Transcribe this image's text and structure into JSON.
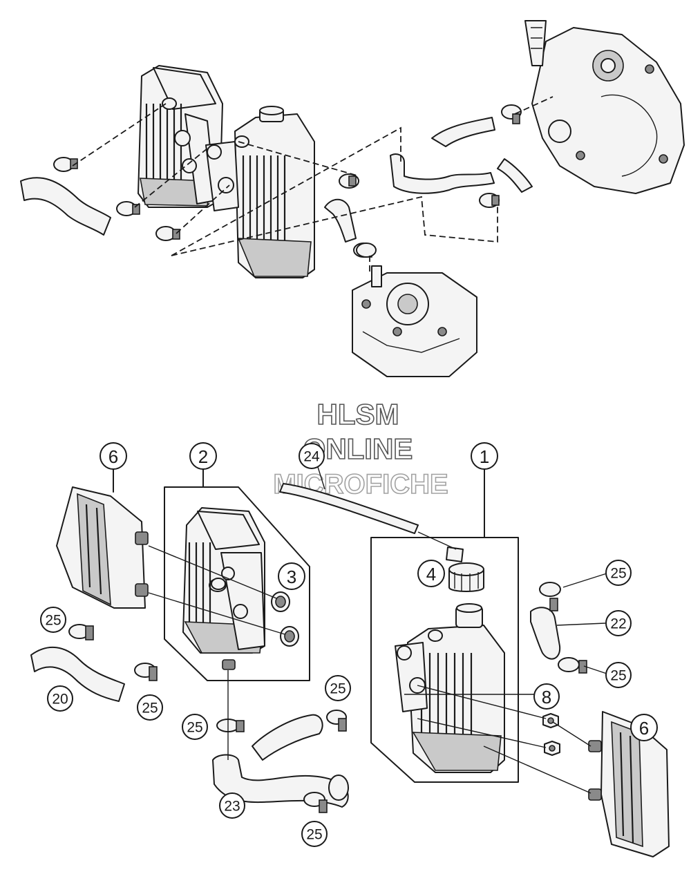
{
  "watermark": {
    "line1": "HLSM",
    "line2": "ONLINE",
    "line3": "MICROFICHE"
  },
  "callouts": [
    {
      "id": "c1",
      "label": "1"
    },
    {
      "id": "c2",
      "label": "2"
    },
    {
      "id": "c3",
      "label": "3"
    },
    {
      "id": "c4",
      "label": "4"
    },
    {
      "id": "c6a",
      "label": "6"
    },
    {
      "id": "c6b",
      "label": "6"
    },
    {
      "id": "c8",
      "label": "8"
    },
    {
      "id": "c20",
      "label": "20"
    },
    {
      "id": "c22",
      "label": "22"
    },
    {
      "id": "c23",
      "label": "23"
    },
    {
      "id": "c24",
      "label": "24"
    },
    {
      "id": "c25a",
      "label": "25"
    },
    {
      "id": "c25b",
      "label": "25"
    },
    {
      "id": "c25c",
      "label": "25"
    },
    {
      "id": "c25d",
      "label": "25"
    },
    {
      "id": "c25e",
      "label": "25"
    },
    {
      "id": "c25f",
      "label": "25"
    },
    {
      "id": "c25g",
      "label": "25"
    }
  ]
}
